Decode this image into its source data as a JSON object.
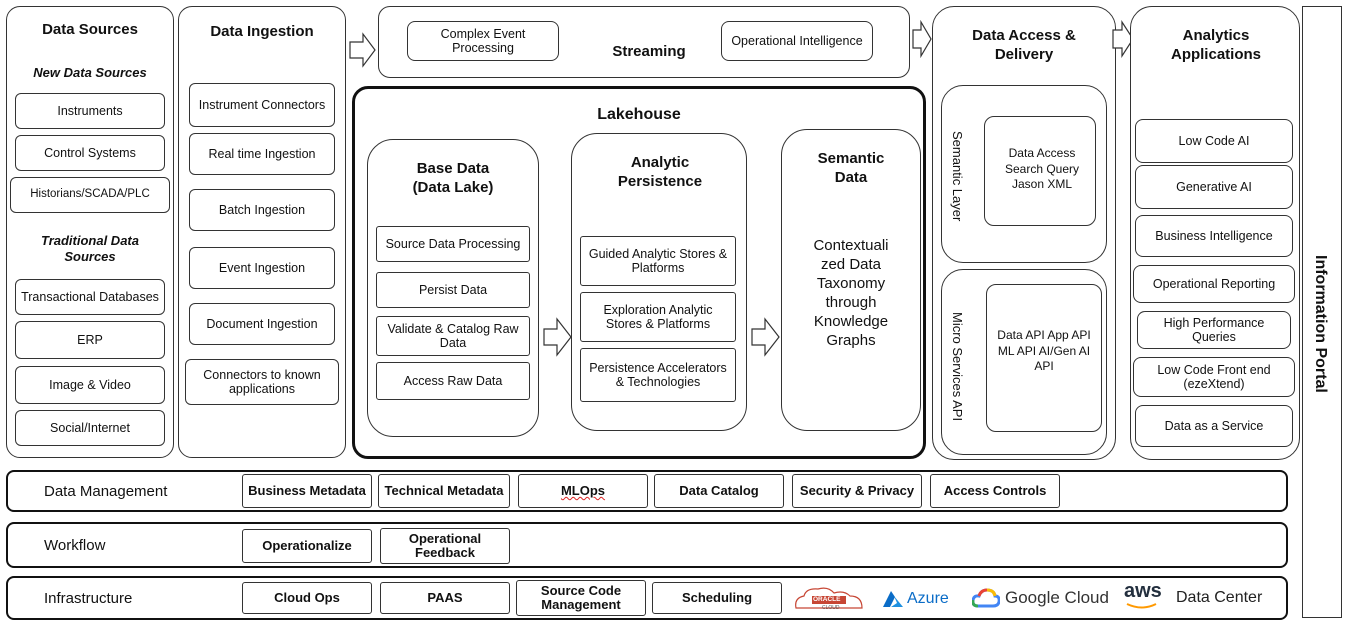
{
  "data_sources": {
    "title": "Data Sources",
    "new_title": "New Data Sources",
    "new_items": [
      "Instruments",
      "Control Systems",
      "Historians/SCADA/PLC"
    ],
    "trad_title": "Traditional Data Sources",
    "trad_items": [
      "Transactional Databases",
      "ERP",
      "Image & Video",
      "Social/Internet"
    ]
  },
  "ingestion": {
    "title": "Data Ingestion",
    "items": [
      "Instrument Connectors",
      "Real time Ingestion",
      "Batch Ingestion",
      "Event Ingestion",
      "Document Ingestion",
      "Connectors to known applications"
    ]
  },
  "streaming": {
    "title": "Streaming",
    "left": "Complex Event Processing",
    "right": "Operational Intelligence"
  },
  "lakehouse": {
    "title": "Lakehouse",
    "base": {
      "title": "Base Data (Data Lake)",
      "items": [
        "Source Data Processing",
        "Persist Data",
        "Validate & Catalog Raw Data",
        "Access Raw Data"
      ]
    },
    "analytic": {
      "title": "Analytic Persistence",
      "items": [
        "Guided Analytic Stores & Platforms",
        "Exploration Analytic Stores & Platforms",
        "Persistence Accelerators & Technologies"
      ]
    },
    "semantic": {
      "title": "Semantic Data",
      "body": "Contextuali zed Data Taxonomy through Knowledge Graphs"
    }
  },
  "access": {
    "title": "Data Access & Delivery",
    "semantic_layer": "Semantic Layer",
    "semantic_items": "Data Access Search Query Jason XML",
    "micro": "Micro Services API",
    "micro_items": "Data API App API ML API AI/Gen AI API"
  },
  "analytics": {
    "title": "Analytics Applications",
    "items": [
      "Low Code AI",
      "Generative AI",
      "Business Intelligence",
      "Operational Reporting",
      "High Performance Queries",
      "Low Code Front end (ezeXtend)",
      "Data as a Service"
    ]
  },
  "portal": "Information Portal",
  "data_management": {
    "label": "Data Management",
    "items": [
      "Business Metadata",
      "Technical Metadata",
      "MLOps",
      "Data Catalog",
      "Security & Privacy",
      "Access Controls"
    ]
  },
  "workflow": {
    "label": "Workflow",
    "items": [
      "Operationalize",
      "Operational Feedback"
    ]
  },
  "infrastructure": {
    "label": "Infrastructure",
    "items": [
      "Cloud Ops",
      "PAAS",
      "Source Code Management",
      "Scheduling"
    ],
    "oracle": "ORACLE",
    "oracle_sub": "CLOUD",
    "azure": "Azure",
    "google": "Google Cloud",
    "aws": "aws",
    "datacenter": "Data Center"
  }
}
